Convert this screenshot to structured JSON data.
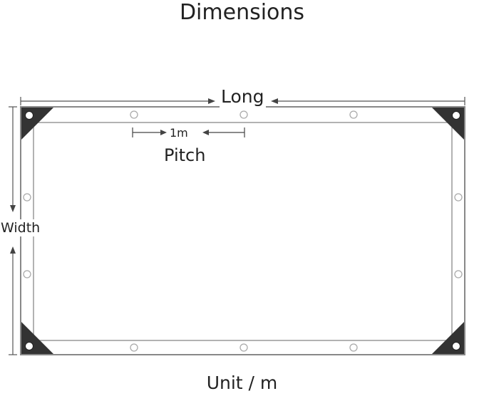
{
  "title": "Dimensions",
  "labels": {
    "long": "Long",
    "pitch_value": "1m",
    "pitch": "Pitch",
    "width": "Width",
    "unit": "Unit / m"
  },
  "colors": {
    "frame": "#888888",
    "corner": "#333333",
    "eyelet": "#aaaaaa",
    "arrow": "#444444"
  }
}
